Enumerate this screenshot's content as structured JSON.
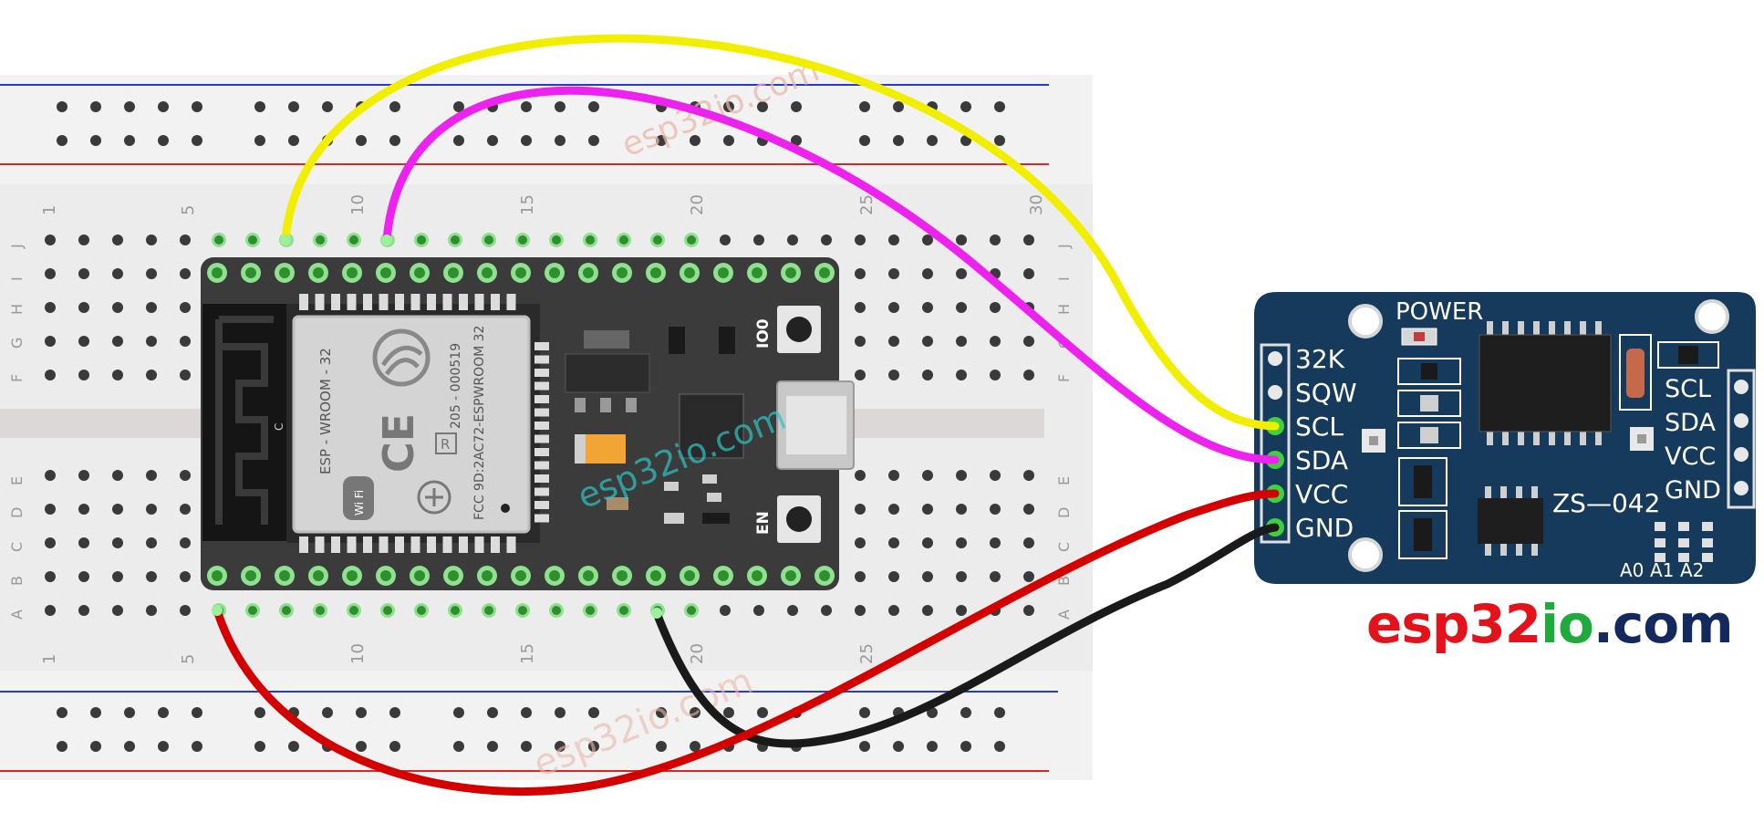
{
  "breadboard": {
    "column_numbers_top": [
      "1",
      "5",
      "10",
      "15",
      "20",
      "25",
      "30"
    ],
    "column_numbers_bottom": [
      "1",
      "5",
      "10",
      "15",
      "20",
      "25"
    ],
    "row_letters_top": [
      "J",
      "I",
      "H",
      "G",
      "F"
    ],
    "row_letters_bottom": [
      "E",
      "D",
      "C",
      "B",
      "A"
    ]
  },
  "esp32": {
    "module_text_line1": "ESP - WROOM - 32",
    "module_text_line2": "205 - 000519",
    "module_text_line3": "FCC 9D:2AC72-ESPWROOM 32",
    "module_text_line4": "R",
    "button_label_top": "IO0",
    "button_label_bottom": "EN",
    "antenna_label": "C",
    "wifi_label": "Wi Fi"
  },
  "rtc_module": {
    "power_label": "POWER",
    "model": "ZS—042",
    "left_pins": [
      "32K",
      "SQW",
      "SCL",
      "SDA",
      "VCC",
      "GND"
    ],
    "right_pins": [
      "SCL",
      "SDA",
      "VCC",
      "GND"
    ],
    "address_pads": [
      "A0",
      "A1",
      "A2"
    ]
  },
  "wires": [
    {
      "name": "SCL",
      "color": "#f2ee00"
    },
    {
      "name": "SDA",
      "color": "#ee22ee"
    },
    {
      "name": "VCC",
      "color": "#d40000"
    },
    {
      "name": "GND",
      "color": "#1a1a1a"
    }
  ],
  "brand": {
    "part1": "esp32",
    "part2": "io",
    "part3": ".com"
  },
  "watermarks": [
    "esp32io.com",
    "esp32io.com",
    "esp32io.com"
  ],
  "colors": {
    "board_bg": "#eeeeee",
    "esp_board": "#3b3b3b",
    "rtc_board": "#163a5c",
    "rail_red": "#d62828",
    "rail_blue": "#2838d6"
  }
}
